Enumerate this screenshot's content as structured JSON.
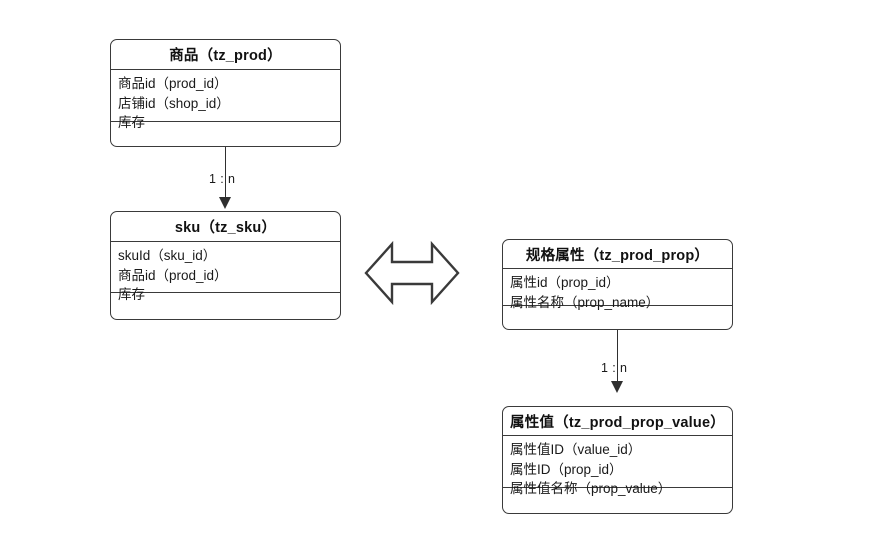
{
  "diagram": {
    "title": "",
    "background_color": "#ffffff",
    "line_color": "#3a3a3a",
    "text_color": "#1a1a1a"
  },
  "entities": [
    {
      "id": "tz_prod",
      "header": "商品（tz_prod）",
      "attributes": [
        "商品id（prod_id）",
        "店铺id（shop_id）",
        "库存"
      ],
      "methods": []
    },
    {
      "id": "tz_sku",
      "header": "sku（tz_sku）",
      "attributes": [
        "skuId（sku_id）",
        "商品id（prod_id）",
        "库存"
      ],
      "methods": []
    },
    {
      "id": "tz_prod_prop",
      "header": "规格属性（tz_prod_prop）",
      "attributes": [
        "属性id（prop_id）",
        "属性名称（prop_name）"
      ],
      "methods": []
    },
    {
      "id": "tz_prod_prop_value",
      "header": "属性值（tz_prod_prop_value）",
      "attributes": [
        "属性值ID（value_id）",
        "属性ID（prop_id）",
        "属性值名称（prop_value）"
      ],
      "methods": []
    }
  ],
  "connectors": [
    {
      "id": "prod-to-sku",
      "from": "tz_prod",
      "to": "tz_sku",
      "label": "1 : n",
      "arrow": "single-down"
    },
    {
      "id": "prop-to-prop-value",
      "from": "tz_prod_prop",
      "to": "tz_prod_prop_value",
      "label": "1 : n",
      "arrow": "single-down"
    },
    {
      "id": "sku-to-prop",
      "from": "tz_sku",
      "to": "tz_prod_prop",
      "label": "",
      "arrow": "double-horizontal"
    }
  ]
}
